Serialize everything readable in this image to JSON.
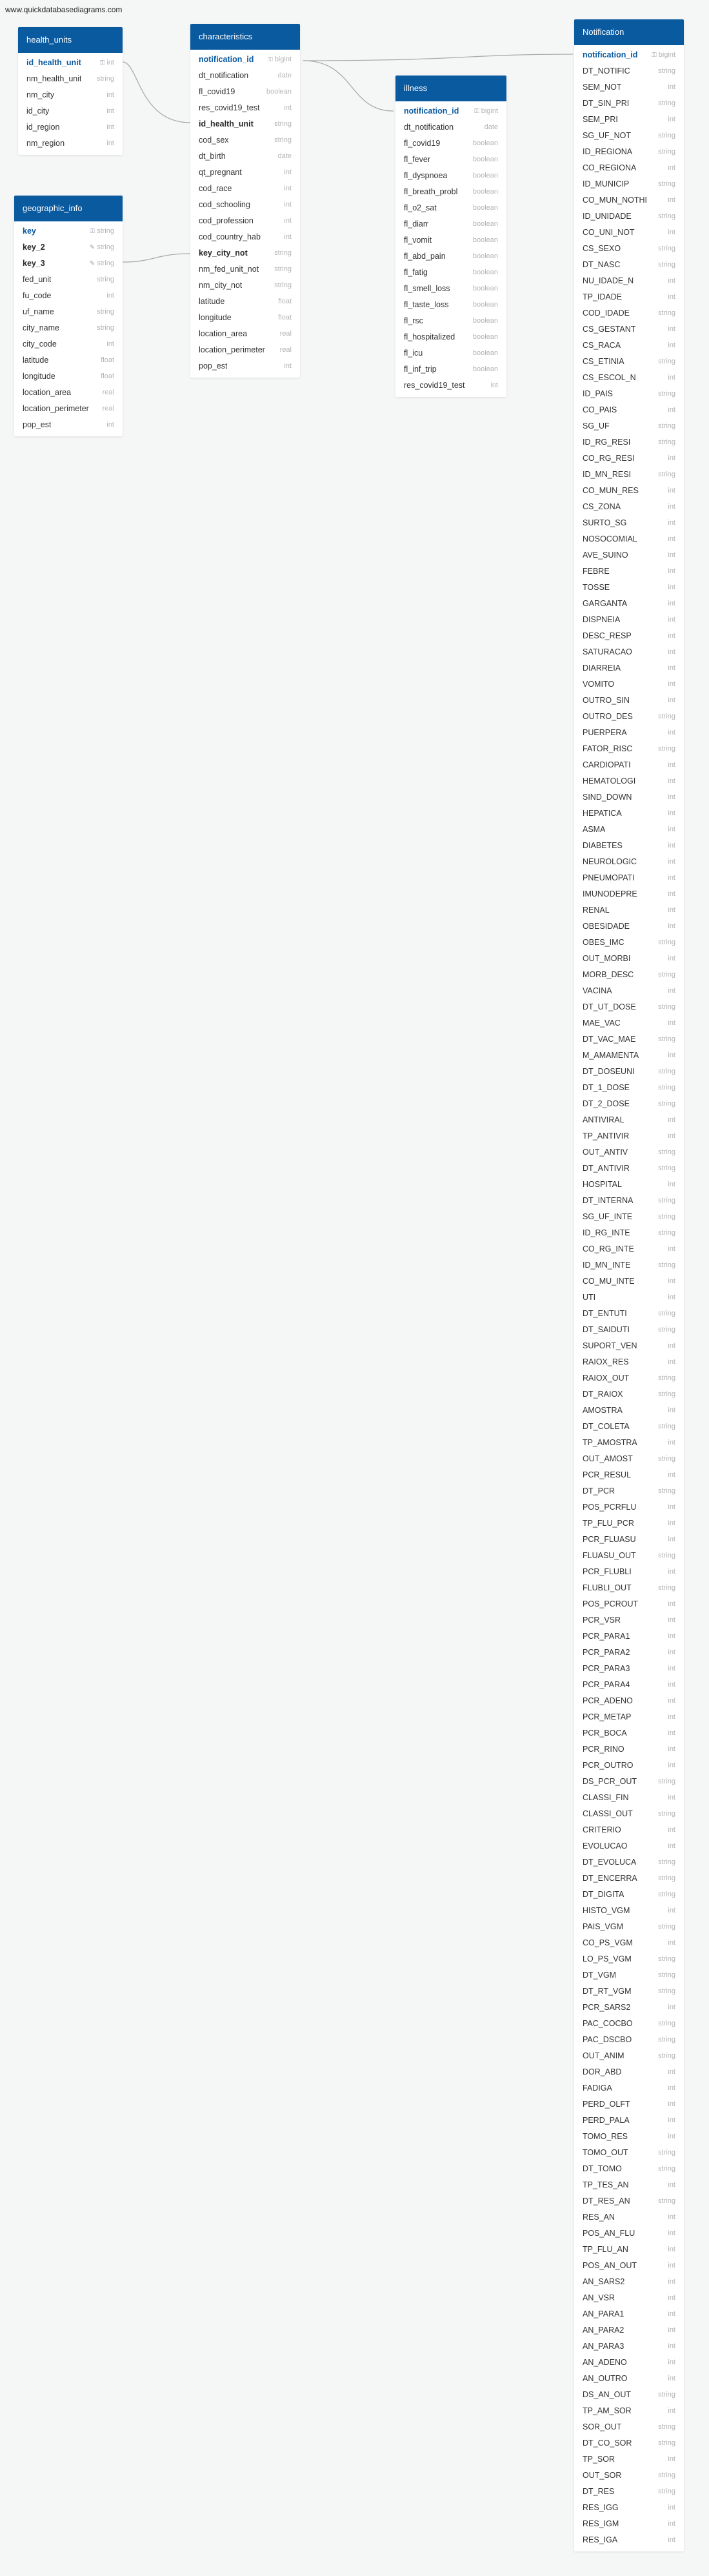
{
  "watermark": "www.quickdatabasediagrams.com",
  "colors": {
    "header": "#0a5aa0",
    "pk_text": "#0a5aa0",
    "type_text": "#b3b3b3",
    "link": "#aaaaaa"
  },
  "tables": [
    {
      "id": "health_units",
      "title": "health_units",
      "fields": [
        {
          "name": "id_health_unit",
          "type": "int",
          "pk": true
        },
        {
          "name": "nm_health_unit",
          "type": "string"
        },
        {
          "name": "nm_city",
          "type": "int"
        },
        {
          "name": "id_city",
          "type": "int"
        },
        {
          "name": "id_region",
          "type": "int"
        },
        {
          "name": "nm_region",
          "type": "int"
        }
      ]
    },
    {
      "id": "characteristics",
      "title": "characteristics",
      "fields": [
        {
          "name": "notification_id",
          "type": "bigint",
          "pk": true
        },
        {
          "name": "dt_notification",
          "type": "date"
        },
        {
          "name": "fl_covid19",
          "type": "boolean"
        },
        {
          "name": "res_covid19_test",
          "type": "int"
        },
        {
          "name": "id_health_unit",
          "type": "string",
          "bold": true
        },
        {
          "name": "cod_sex",
          "type": "string"
        },
        {
          "name": "dt_birth",
          "type": "date"
        },
        {
          "name": "qt_pregnant",
          "type": "int"
        },
        {
          "name": "cod_race",
          "type": "int"
        },
        {
          "name": "cod_schooling",
          "type": "int"
        },
        {
          "name": "cod_profession",
          "type": "int"
        },
        {
          "name": "cod_country_hab",
          "type": "int"
        },
        {
          "name": "key_city_not",
          "type": "string",
          "bold": true
        },
        {
          "name": "nm_fed_unit_not",
          "type": "string"
        },
        {
          "name": "nm_city_not",
          "type": "string"
        },
        {
          "name": "latitude",
          "type": "float"
        },
        {
          "name": "longitude",
          "type": "float"
        },
        {
          "name": "location_area",
          "type": "real"
        },
        {
          "name": "location_perimeter",
          "type": "real"
        },
        {
          "name": "pop_est",
          "type": "int"
        }
      ]
    },
    {
      "id": "geographic_info",
      "title": "geographic_info",
      "fields": [
        {
          "name": "key",
          "type": "string",
          "pk": true
        },
        {
          "name": "key_2",
          "type": "string",
          "bold": true,
          "fk": true
        },
        {
          "name": "key_3",
          "type": "string",
          "bold": true,
          "fk": true
        },
        {
          "name": "fed_unit",
          "type": "string"
        },
        {
          "name": "fu_code",
          "type": "int"
        },
        {
          "name": "uf_name",
          "type": "string"
        },
        {
          "name": "city_name",
          "type": "string"
        },
        {
          "name": "city_code",
          "type": "int"
        },
        {
          "name": "latitude",
          "type": "float"
        },
        {
          "name": "longitude",
          "type": "float"
        },
        {
          "name": "location_area",
          "type": "real"
        },
        {
          "name": "location_perimeter",
          "type": "real"
        },
        {
          "name": "pop_est",
          "type": "int"
        }
      ]
    },
    {
      "id": "illness",
      "title": "illness",
      "fields": [
        {
          "name": "notification_id",
          "type": "bigint",
          "pk": true
        },
        {
          "name": "dt_notification",
          "type": "date"
        },
        {
          "name": "fl_covid19",
          "type": "boolean"
        },
        {
          "name": "fl_fever",
          "type": "boolean"
        },
        {
          "name": "fl_dyspnoea",
          "type": "boolean"
        },
        {
          "name": "fl_breath_probl",
          "type": "boolean"
        },
        {
          "name": "fl_o2_sat",
          "type": "boolean"
        },
        {
          "name": "fl_diarr",
          "type": "boolean"
        },
        {
          "name": "fl_vomit",
          "type": "boolean"
        },
        {
          "name": "fl_abd_pain",
          "type": "boolean"
        },
        {
          "name": "fl_fatig",
          "type": "boolean"
        },
        {
          "name": "fl_smell_loss",
          "type": "boolean"
        },
        {
          "name": "fl_taste_loss",
          "type": "boolean"
        },
        {
          "name": "fl_rsc",
          "type": "boolean"
        },
        {
          "name": "fl_hospitalized",
          "type": "boolean"
        },
        {
          "name": "fl_icu",
          "type": "boolean"
        },
        {
          "name": "fl_inf_trip",
          "type": "boolean"
        },
        {
          "name": "res_covid19_test",
          "type": "int"
        }
      ]
    },
    {
      "id": "notification",
      "title": "Notification",
      "fields": [
        {
          "name": "notification_id",
          "type": "bigint",
          "pk": true
        },
        {
          "name": "DT_NOTIFIC",
          "type": "string"
        },
        {
          "name": "SEM_NOT",
          "type": "int"
        },
        {
          "name": "DT_SIN_PRI",
          "type": "string"
        },
        {
          "name": "SEM_PRI",
          "type": "int"
        },
        {
          "name": "SG_UF_NOT",
          "type": "string"
        },
        {
          "name": "ID_REGIONA",
          "type": "string"
        },
        {
          "name": "CO_REGIONA",
          "type": "int"
        },
        {
          "name": "ID_MUNICIP",
          "type": "string"
        },
        {
          "name": "CO_MUN_NOTHI",
          "type": "int"
        },
        {
          "name": "ID_UNIDADE",
          "type": "string"
        },
        {
          "name": "CO_UNI_NOT",
          "type": "int"
        },
        {
          "name": "CS_SEXO",
          "type": "string"
        },
        {
          "name": "DT_NASC",
          "type": "string"
        },
        {
          "name": "NU_IDADE_N",
          "type": "int"
        },
        {
          "name": "TP_IDADE",
          "type": "int"
        },
        {
          "name": "COD_IDADE",
          "type": "string"
        },
        {
          "name": "CS_GESTANT",
          "type": "int"
        },
        {
          "name": "CS_RACA",
          "type": "int"
        },
        {
          "name": "CS_ETINIA",
          "type": "string"
        },
        {
          "name": "CS_ESCOL_N",
          "type": "int"
        },
        {
          "name": "ID_PAIS",
          "type": "string"
        },
        {
          "name": "CO_PAIS",
          "type": "int"
        },
        {
          "name": "SG_UF",
          "type": "string"
        },
        {
          "name": "ID_RG_RESI",
          "type": "string"
        },
        {
          "name": "CO_RG_RESI",
          "type": "int"
        },
        {
          "name": "ID_MN_RESI",
          "type": "string"
        },
        {
          "name": "CO_MUN_RES",
          "type": "int"
        },
        {
          "name": "CS_ZONA",
          "type": "int"
        },
        {
          "name": "SURTO_SG",
          "type": "int"
        },
        {
          "name": "NOSOCOMIAL",
          "type": "int"
        },
        {
          "name": "AVE_SUINO",
          "type": "int"
        },
        {
          "name": "FEBRE",
          "type": "int"
        },
        {
          "name": "TOSSE",
          "type": "int"
        },
        {
          "name": "GARGANTA",
          "type": "int"
        },
        {
          "name": "DISPNEIA",
          "type": "int"
        },
        {
          "name": "DESC_RESP",
          "type": "int"
        },
        {
          "name": "SATURACAO",
          "type": "int"
        },
        {
          "name": "DIARREIA",
          "type": "int"
        },
        {
          "name": "VOMITO",
          "type": "int"
        },
        {
          "name": "OUTRO_SIN",
          "type": "int"
        },
        {
          "name": "OUTRO_DES",
          "type": "string"
        },
        {
          "name": "PUERPERA",
          "type": "int"
        },
        {
          "name": "FATOR_RISC",
          "type": "string"
        },
        {
          "name": "CARDIOPATI",
          "type": "int"
        },
        {
          "name": "HEMATOLOGI",
          "type": "int"
        },
        {
          "name": "SIND_DOWN",
          "type": "int"
        },
        {
          "name": "HEPATICA",
          "type": "int"
        },
        {
          "name": "ASMA",
          "type": "int"
        },
        {
          "name": "DIABETES",
          "type": "int"
        },
        {
          "name": "NEUROLOGIC",
          "type": "int"
        },
        {
          "name": "PNEUMOPATI",
          "type": "int"
        },
        {
          "name": "IMUNODEPRE",
          "type": "int"
        },
        {
          "name": "RENAL",
          "type": "int"
        },
        {
          "name": "OBESIDADE",
          "type": "int"
        },
        {
          "name": "OBES_IMC",
          "type": "string"
        },
        {
          "name": "OUT_MORBI",
          "type": "int"
        },
        {
          "name": "MORB_DESC",
          "type": "string"
        },
        {
          "name": "VACINA",
          "type": "int"
        },
        {
          "name": "DT_UT_DOSE",
          "type": "string"
        },
        {
          "name": "MAE_VAC",
          "type": "int"
        },
        {
          "name": "DT_VAC_MAE",
          "type": "string"
        },
        {
          "name": "M_AMAMENTA",
          "type": "int"
        },
        {
          "name": "DT_DOSEUNI",
          "type": "string"
        },
        {
          "name": "DT_1_DOSE",
          "type": "string"
        },
        {
          "name": "DT_2_DOSE",
          "type": "string"
        },
        {
          "name": "ANTIVIRAL",
          "type": "int"
        },
        {
          "name": "TP_ANTIVIR",
          "type": "int"
        },
        {
          "name": "OUT_ANTIV",
          "type": "string"
        },
        {
          "name": "DT_ANTIVIR",
          "type": "string"
        },
        {
          "name": "HOSPITAL",
          "type": "int"
        },
        {
          "name": "DT_INTERNA",
          "type": "string"
        },
        {
          "name": "SG_UF_INTE",
          "type": "string"
        },
        {
          "name": "ID_RG_INTE",
          "type": "string"
        },
        {
          "name": "CO_RG_INTE",
          "type": "int"
        },
        {
          "name": "ID_MN_INTE",
          "type": "string"
        },
        {
          "name": "CO_MU_INTE",
          "type": "int"
        },
        {
          "name": "UTI",
          "type": "int"
        },
        {
          "name": "DT_ENTUTI",
          "type": "string"
        },
        {
          "name": "DT_SAIDUTI",
          "type": "string"
        },
        {
          "name": "SUPORT_VEN",
          "type": "int"
        },
        {
          "name": "RAIOX_RES",
          "type": "int"
        },
        {
          "name": "RAIOX_OUT",
          "type": "string"
        },
        {
          "name": "DT_RAIOX",
          "type": "string"
        },
        {
          "name": "AMOSTRA",
          "type": "int"
        },
        {
          "name": "DT_COLETA",
          "type": "string"
        },
        {
          "name": "TP_AMOSTRA",
          "type": "int"
        },
        {
          "name": "OUT_AMOST",
          "type": "string"
        },
        {
          "name": "PCR_RESUL",
          "type": "int"
        },
        {
          "name": "DT_PCR",
          "type": "string"
        },
        {
          "name": "POS_PCRFLU",
          "type": "int"
        },
        {
          "name": "TP_FLU_PCR",
          "type": "int"
        },
        {
          "name": "PCR_FLUASU",
          "type": "int"
        },
        {
          "name": "FLUASU_OUT",
          "type": "string"
        },
        {
          "name": "PCR_FLUBLI",
          "type": "int"
        },
        {
          "name": "FLUBLI_OUT",
          "type": "string"
        },
        {
          "name": "POS_PCROUT",
          "type": "int"
        },
        {
          "name": "PCR_VSR",
          "type": "int"
        },
        {
          "name": "PCR_PARA1",
          "type": "int"
        },
        {
          "name": "PCR_PARA2",
          "type": "int"
        },
        {
          "name": "PCR_PARA3",
          "type": "int"
        },
        {
          "name": "PCR_PARA4",
          "type": "int"
        },
        {
          "name": "PCR_ADENO",
          "type": "int"
        },
        {
          "name": "PCR_METAP",
          "type": "int"
        },
        {
          "name": "PCR_BOCA",
          "type": "int"
        },
        {
          "name": "PCR_RINO",
          "type": "int"
        },
        {
          "name": "PCR_OUTRO",
          "type": "int"
        },
        {
          "name": "DS_PCR_OUT",
          "type": "string"
        },
        {
          "name": "CLASSI_FIN",
          "type": "int"
        },
        {
          "name": "CLASSI_OUT",
          "type": "string"
        },
        {
          "name": "CRITERIO",
          "type": "int"
        },
        {
          "name": "EVOLUCAO",
          "type": "int"
        },
        {
          "name": "DT_EVOLUCA",
          "type": "string"
        },
        {
          "name": "DT_ENCERRA",
          "type": "string"
        },
        {
          "name": "DT_DIGITA",
          "type": "string"
        },
        {
          "name": "HISTO_VGM",
          "type": "int"
        },
        {
          "name": "PAIS_VGM",
          "type": "string"
        },
        {
          "name": "CO_PS_VGM",
          "type": "int"
        },
        {
          "name": "LO_PS_VGM",
          "type": "string"
        },
        {
          "name": "DT_VGM",
          "type": "string"
        },
        {
          "name": "DT_RT_VGM",
          "type": "string"
        },
        {
          "name": "PCR_SARS2",
          "type": "int"
        },
        {
          "name": "PAC_COCBO",
          "type": "string"
        },
        {
          "name": "PAC_DSCBO",
          "type": "string"
        },
        {
          "name": "OUT_ANIM",
          "type": "string"
        },
        {
          "name": "DOR_ABD",
          "type": "int"
        },
        {
          "name": "FADIGA",
          "type": "int"
        },
        {
          "name": "PERD_OLFT",
          "type": "int"
        },
        {
          "name": "PERD_PALA",
          "type": "int"
        },
        {
          "name": "TOMO_RES",
          "type": "int"
        },
        {
          "name": "TOMO_OUT",
          "type": "string"
        },
        {
          "name": "DT_TOMO",
          "type": "string"
        },
        {
          "name": "TP_TES_AN",
          "type": "int"
        },
        {
          "name": "DT_RES_AN",
          "type": "string"
        },
        {
          "name": "RES_AN",
          "type": "int"
        },
        {
          "name": "POS_AN_FLU",
          "type": "int"
        },
        {
          "name": "TP_FLU_AN",
          "type": "int"
        },
        {
          "name": "POS_AN_OUT",
          "type": "int"
        },
        {
          "name": "AN_SARS2",
          "type": "int"
        },
        {
          "name": "AN_VSR",
          "type": "int"
        },
        {
          "name": "AN_PARA1",
          "type": "int"
        },
        {
          "name": "AN_PARA2",
          "type": "int"
        },
        {
          "name": "AN_PARA3",
          "type": "int"
        },
        {
          "name": "AN_ADENO",
          "type": "int"
        },
        {
          "name": "AN_OUTRO",
          "type": "int"
        },
        {
          "name": "DS_AN_OUT",
          "type": "string"
        },
        {
          "name": "TP_AM_SOR",
          "type": "int"
        },
        {
          "name": "SOR_OUT",
          "type": "string"
        },
        {
          "name": "DT_CO_SOR",
          "type": "string"
        },
        {
          "name": "TP_SOR",
          "type": "int"
        },
        {
          "name": "OUT_SOR",
          "type": "string"
        },
        {
          "name": "DT_RES",
          "type": "string"
        },
        {
          "name": "RES_IGG",
          "type": "int"
        },
        {
          "name": "RES_IGM",
          "type": "int"
        },
        {
          "name": "RES_IGA",
          "type": "int"
        }
      ]
    }
  ]
}
